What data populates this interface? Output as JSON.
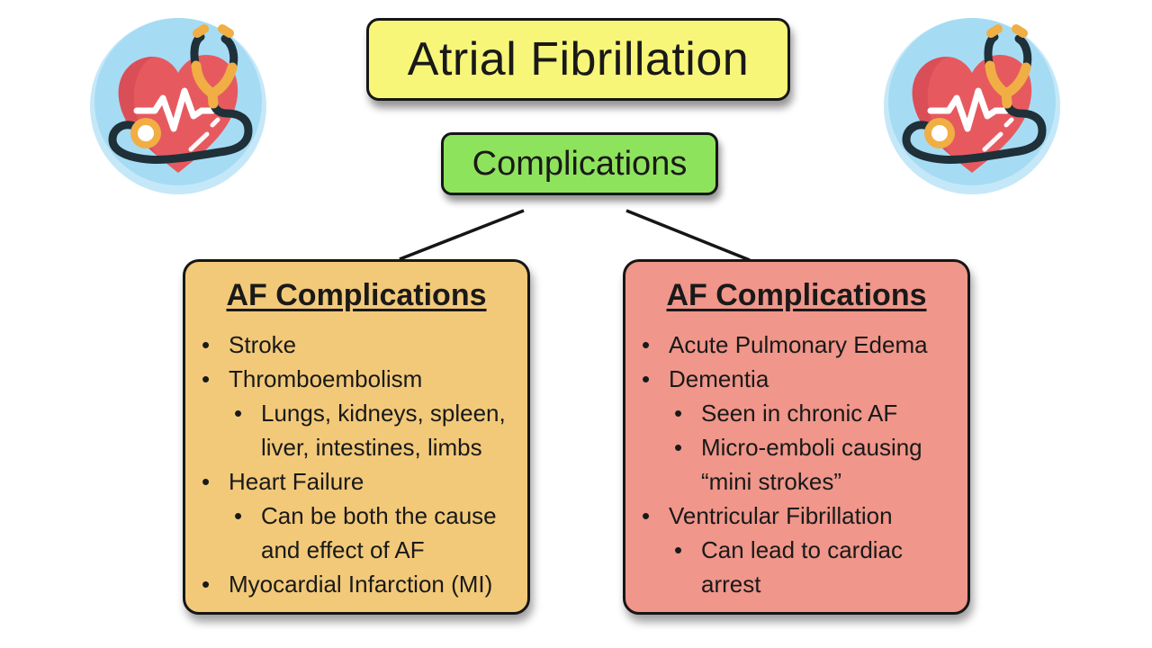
{
  "background": "#ffffff",
  "bullet_char": "•",
  "title": {
    "label": "Atrial Fibrillation",
    "bg": "#f8f679",
    "border": "#161616"
  },
  "subtitle": {
    "label": "Complications",
    "bg": "#8ee35c",
    "border": "#161616"
  },
  "icons": {
    "left": "heart-with-stethoscope",
    "right": "heart-with-stethoscope"
  },
  "connector_color": "#161616",
  "panels": [
    {
      "side": "left",
      "heading": "AF Complications",
      "bg": "#f2c979",
      "items": [
        {
          "level": 1,
          "lines": [
            "Stroke"
          ]
        },
        {
          "level": 1,
          "lines": [
            "Thromboembolism"
          ]
        },
        {
          "level": 2,
          "lines": [
            "Lungs, kidneys, spleen,",
            "liver, intestines, limbs"
          ]
        },
        {
          "level": 1,
          "lines": [
            "Heart Failure"
          ]
        },
        {
          "level": 2,
          "lines": [
            "Can be both the cause",
            "and effect of AF"
          ]
        },
        {
          "level": 1,
          "lines": [
            "Myocardial Infarction (MI)"
          ]
        }
      ]
    },
    {
      "side": "right",
      "heading": "AF Complications",
      "bg": "#f0968a",
      "items": [
        {
          "level": 1,
          "lines": [
            "Acute Pulmonary Edema"
          ]
        },
        {
          "level": 1,
          "lines": [
            "Dementia"
          ]
        },
        {
          "level": 2,
          "lines": [
            "Seen in chronic AF"
          ]
        },
        {
          "level": 2,
          "lines": [
            "Micro-emboli causing",
            "“mini strokes”"
          ]
        },
        {
          "level": 1,
          "lines": [
            "Ventricular Fibrillation"
          ]
        },
        {
          "level": 2,
          "lines": [
            "Can lead to cardiac",
            "arrest"
          ]
        }
      ]
    }
  ]
}
